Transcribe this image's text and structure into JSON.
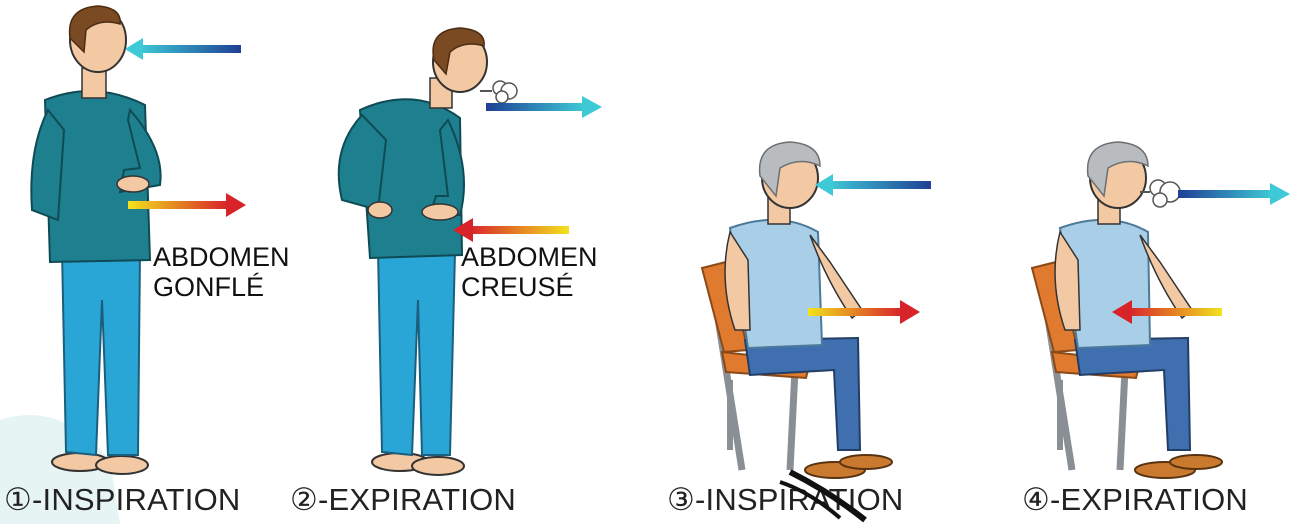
{
  "panels": [
    {
      "caption": "①-INSPIRATION",
      "label_line1": "ABDOMEN",
      "label_line2": "GONFLÉ"
    },
    {
      "caption": "②-EXPIRATION",
      "label_line1": "ABDOMEN",
      "label_line2": "CREUSÉ"
    },
    {
      "caption": "③-INSPIRATION"
    },
    {
      "caption": "④-EXPIRATION"
    }
  ],
  "colors": {
    "shirt_teal": "#1e7f8e",
    "pants_blue": "#2aa6d6",
    "shirt_light": "#a9cfe8",
    "jeans": "#3f6fae",
    "chair_orange": "#e07a2e",
    "chair_frame": "#8a8f96",
    "skin": "#f3c9a4",
    "hair_brown": "#7a4a22",
    "hair_gray": "#b9bcbf"
  },
  "icons": {
    "inhale_arrow": "arrow-left-icon",
    "exhale_arrow": "arrow-right-icon",
    "abdomen_out_arrow": "arrow-right-icon",
    "abdomen_in_arrow": "arrow-left-icon",
    "breath_puff": "puff-icon"
  }
}
